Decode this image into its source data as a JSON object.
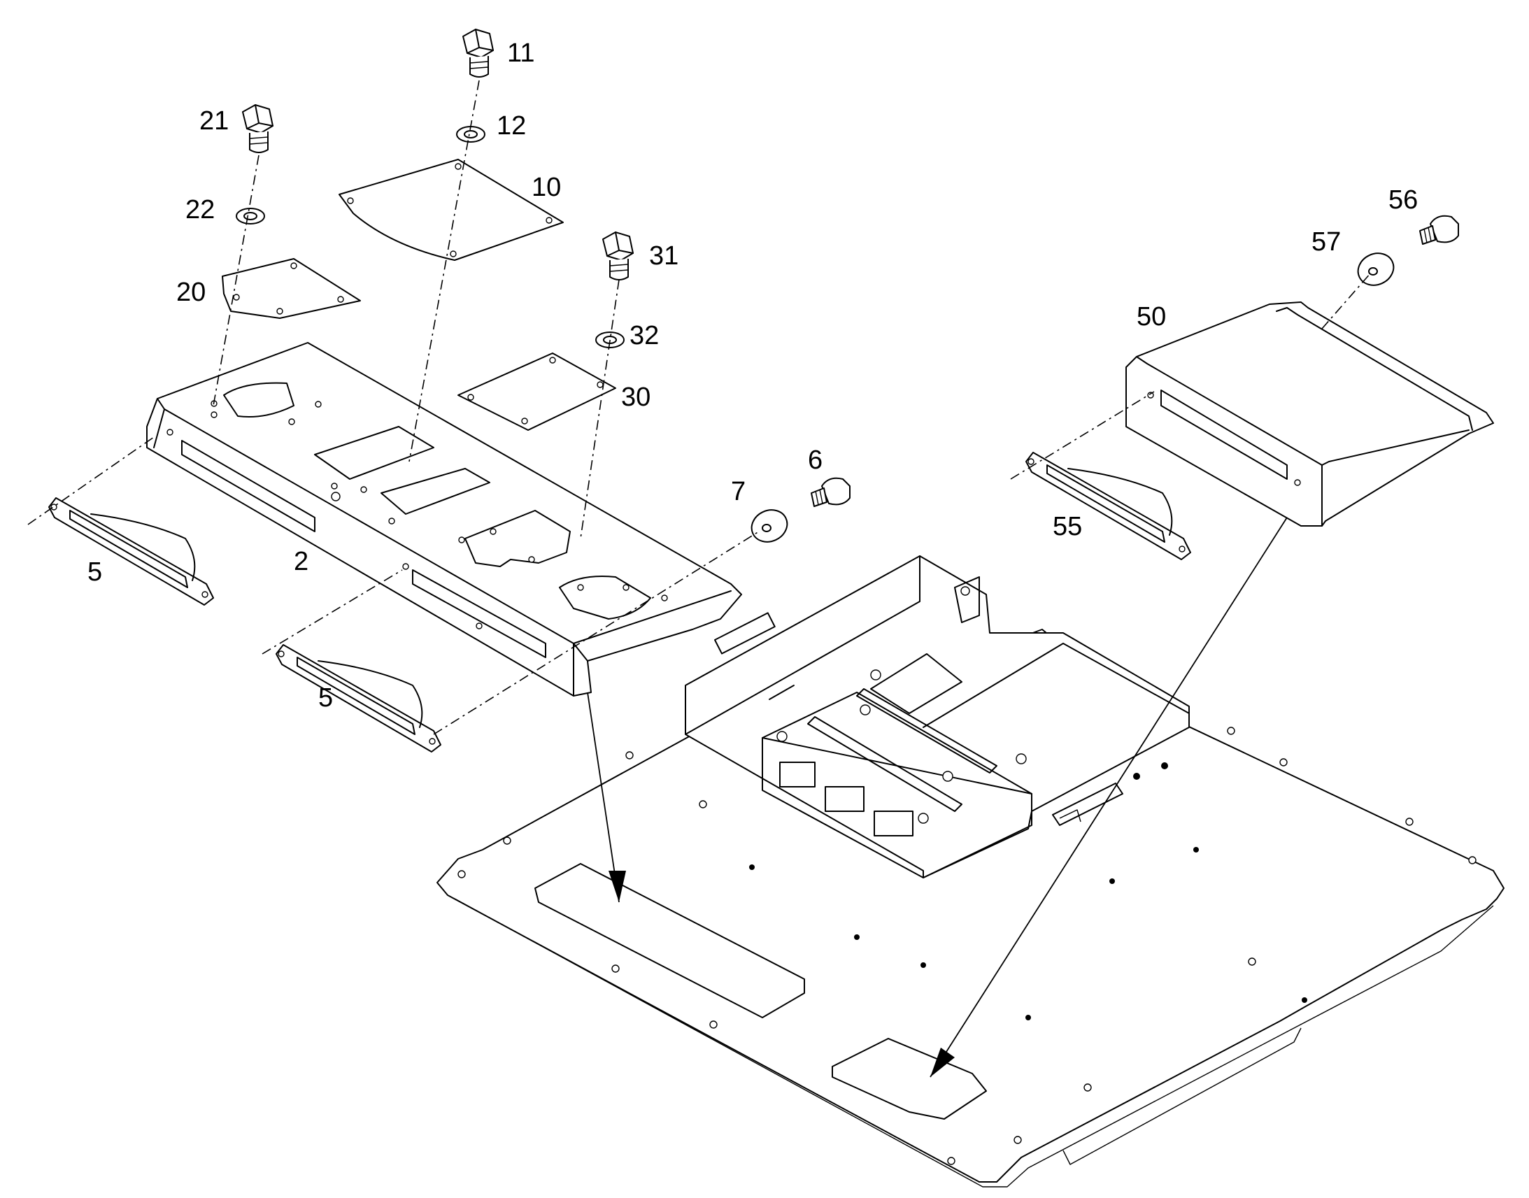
{
  "callouts": [
    {
      "id": "2",
      "text": "2"
    },
    {
      "id": "5a",
      "text": "5"
    },
    {
      "id": "5b",
      "text": "5"
    },
    {
      "id": "6",
      "text": "6"
    },
    {
      "id": "7",
      "text": "7"
    },
    {
      "id": "10",
      "text": "10"
    },
    {
      "id": "11",
      "text": "11"
    },
    {
      "id": "12",
      "text": "12"
    },
    {
      "id": "20",
      "text": "20"
    },
    {
      "id": "21",
      "text": "21"
    },
    {
      "id": "22",
      "text": "22"
    },
    {
      "id": "30",
      "text": "30"
    },
    {
      "id": "31",
      "text": "31"
    },
    {
      "id": "32",
      "text": "32"
    },
    {
      "id": "50",
      "text": "50"
    },
    {
      "id": "55",
      "text": "55"
    },
    {
      "id": "56",
      "text": "56"
    },
    {
      "id": "57",
      "text": "57"
    }
  ],
  "colors": {
    "line": "#000000",
    "background": "#ffffff"
  }
}
